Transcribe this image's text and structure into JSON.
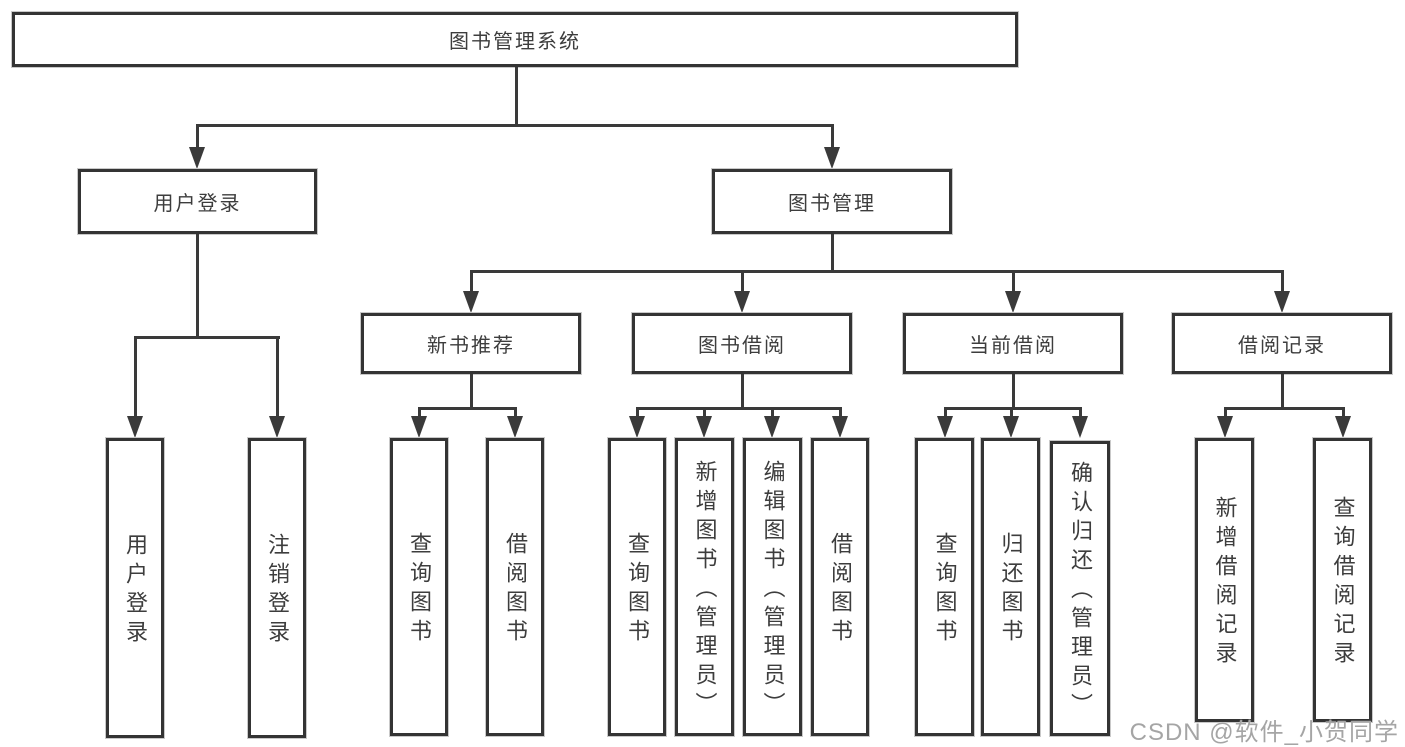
{
  "tree": {
    "root": {
      "label": "图书管理系统"
    },
    "level2": [
      {
        "label": "用户登录"
      },
      {
        "label": "图书管理"
      }
    ],
    "level3": [
      {
        "label": "新书推荐"
      },
      {
        "label": "图书借阅"
      },
      {
        "label": "当前借阅"
      },
      {
        "label": "借阅记录"
      }
    ],
    "leaves": {
      "login": [
        "用户登录",
        "注销登录"
      ],
      "recommend": [
        "查询图书",
        "借阅图书"
      ],
      "borrow": [
        "查询图书",
        "新增图书（管理员）",
        "编辑图书（管理员）",
        "借阅图书"
      ],
      "current": [
        "查询图书",
        "归还图书",
        "确认归还（管理员）"
      ],
      "records": [
        "新增借阅记录",
        "查询借阅记录"
      ]
    }
  },
  "watermark": {
    "text": "CSDN @软件_小贺同学"
  },
  "colors": {
    "line": "#3a3a3a",
    "border": "#343434",
    "text": "#3d3d3d",
    "watermark": "#a5a5a5",
    "background": "#ffffff"
  }
}
